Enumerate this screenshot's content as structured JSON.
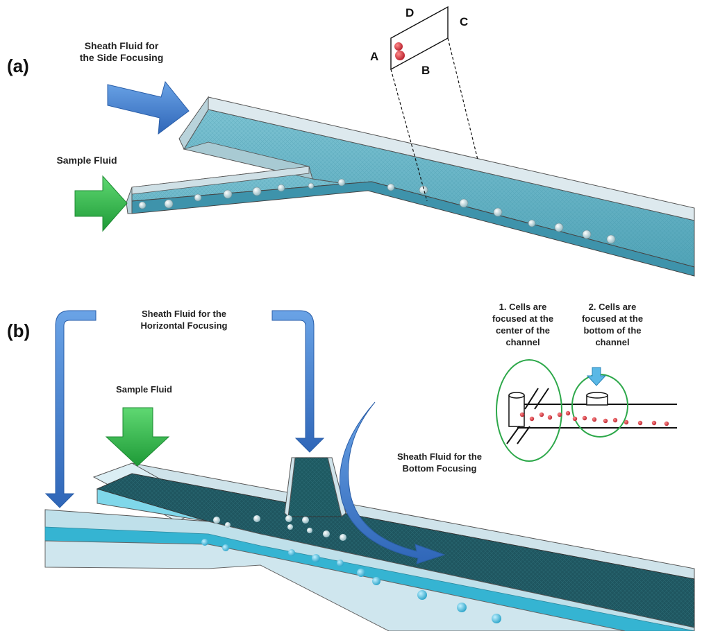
{
  "panel_a": {
    "label": "(a)",
    "side_sheath_label": [
      "Sheath Fluid for",
      "the Side Focusing"
    ],
    "sample_label": "Sample Fluid",
    "cross_section_corners": {
      "a": "A",
      "b": "B",
      "c": "C",
      "d": "D"
    }
  },
  "panel_b": {
    "label": "(b)",
    "horizontal_sheath_label": [
      "Sheath Fluid for the",
      "Horizontal Focusing"
    ],
    "sample_label": "Sample Fluid",
    "bottom_sheath_label": [
      "Sheath Fluid for the",
      "Bottom Focusing"
    ],
    "step1_label": [
      "1. Cells are",
      "focused at the",
      "center of the",
      "channel"
    ],
    "step2_label": [
      "2. Cells are",
      "focused at the",
      "bottom of the",
      "channel"
    ]
  },
  "colors": {
    "sheath_arrow": "#3f7fd0",
    "sample_arrow": "#2fb64a",
    "channel_fluid": "#5fb3c6",
    "channel_dark": "#1f5a63",
    "channel_wall": "#cfe0e6",
    "cell": "#d0343f",
    "focus_ellipse": "#2da84a"
  }
}
